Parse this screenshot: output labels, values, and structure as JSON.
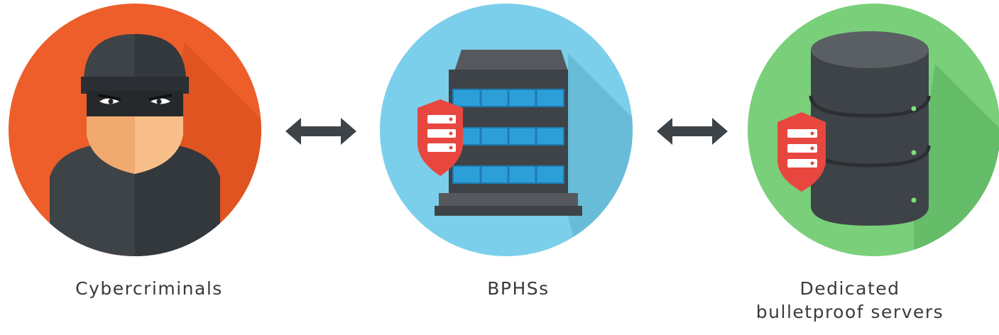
{
  "nodes": [
    {
      "label": "Cybercriminals",
      "icon": "cybercriminal-icon",
      "color": "#ed5e2b"
    },
    {
      "label": "BPHSs",
      "icon": "server-building-icon",
      "color": "#7ccfea"
    },
    {
      "label_lines": [
        "Dedicated",
        "bulletproof servers"
      ],
      "icon": "database-server-icon",
      "color": "#7acf7b"
    }
  ],
  "connectors": [
    {
      "icon": "double-arrow-icon",
      "from": "Cybercriminals",
      "to": "BPHSs"
    },
    {
      "icon": "double-arrow-icon",
      "from": "BPHSs",
      "to": "Dedicated bulletproof servers"
    }
  ],
  "colors": {
    "shield": "#e8473f",
    "dark_gray": "#3e4347",
    "window_blue": "#2c9fd9",
    "skin": "#f8bf8a",
    "label_text": "#3a3a3a"
  }
}
